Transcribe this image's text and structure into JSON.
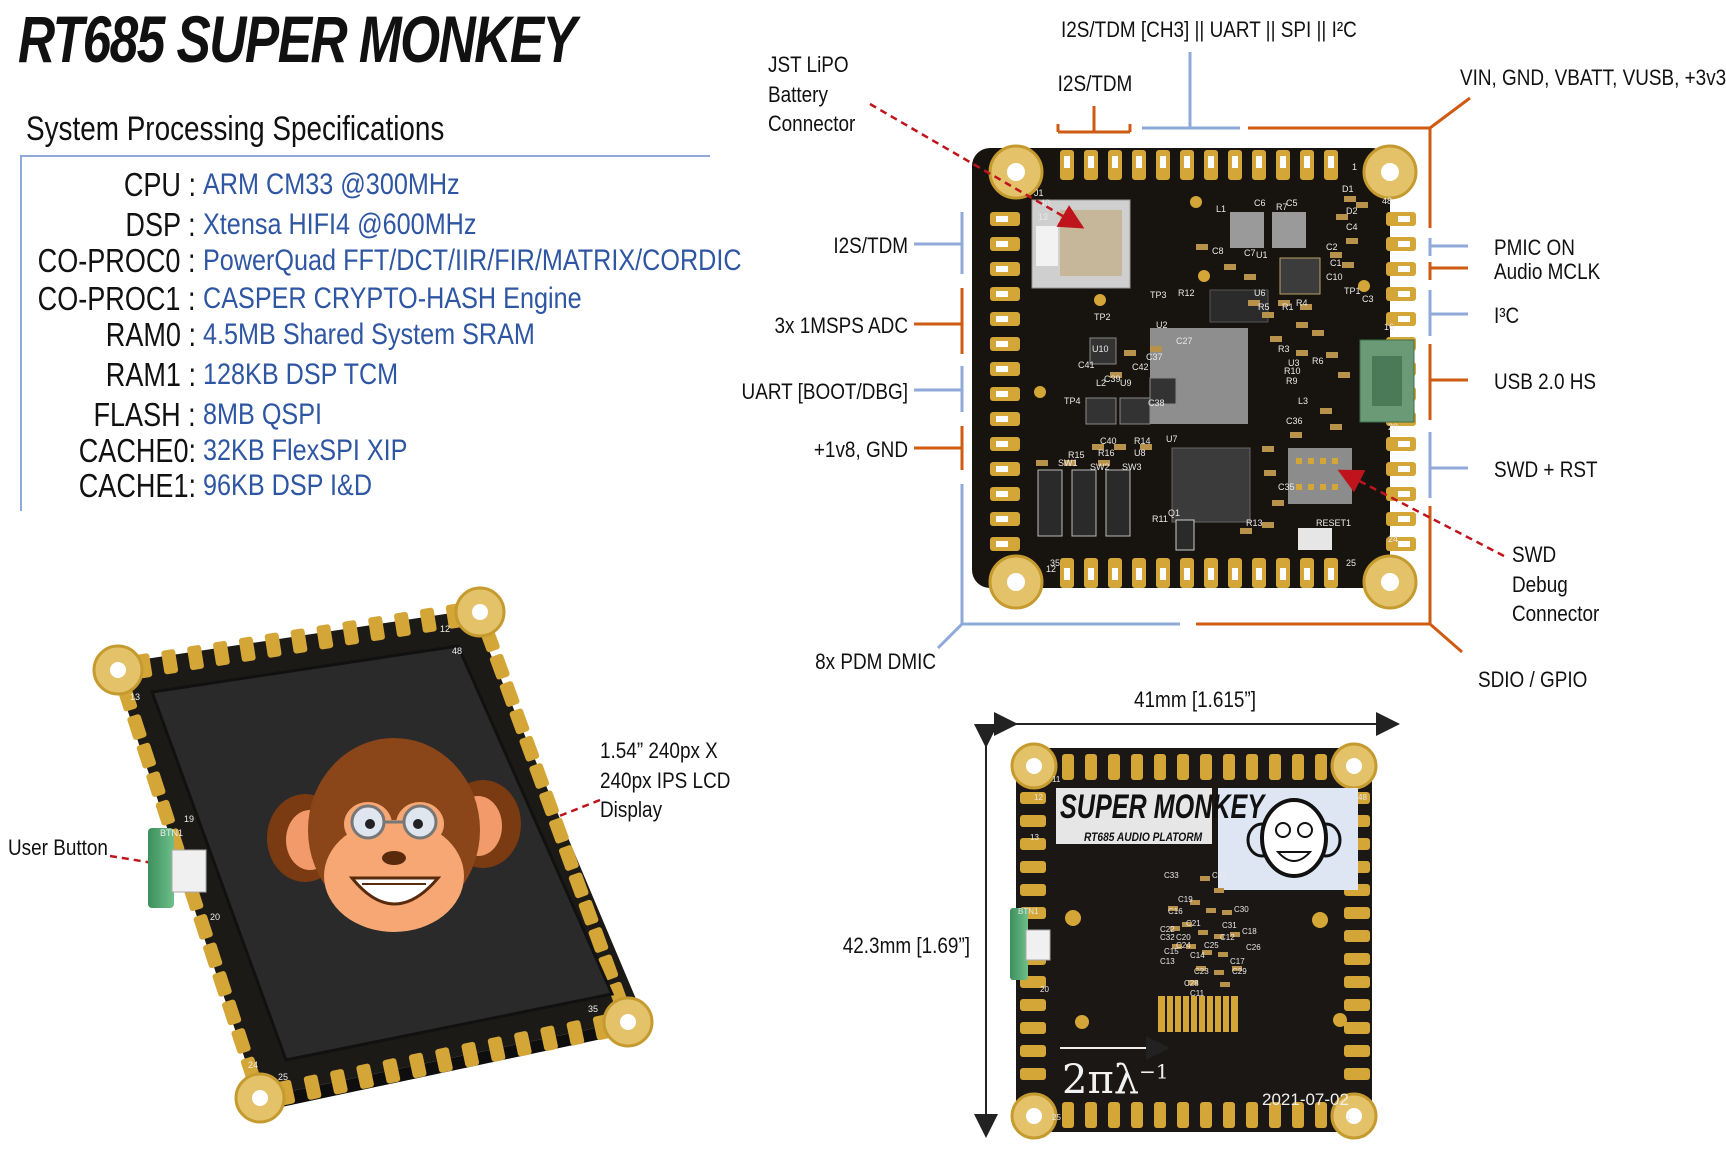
{
  "title": "RT685 SUPER MONKEY",
  "specs": {
    "heading": "System Processing Specifications",
    "rows": [
      {
        "key": "CPU :",
        "value": "ARM CM33 @300MHz"
      },
      {
        "key": "DSP :",
        "value": "Xtensa HIFI4 @600MHz"
      },
      {
        "key": "CO-PROC0 :",
        "value": "PowerQuad FFT/DCT/IIR/FIR/MATRIX/CORDIC"
      },
      {
        "key": "CO-PROC1 :",
        "value": "CASPER CRYPTO-HASH Engine"
      },
      {
        "key": "RAM0 :",
        "value": "4.5MB Shared System SRAM"
      },
      {
        "key": "RAM1 :",
        "value": "128KB DSP TCM"
      },
      {
        "key": "FLASH :",
        "value": "8MB QSPI"
      },
      {
        "key": "CACHE0:",
        "value": "32KB FlexSPI XIP"
      },
      {
        "key": "CACHE1:",
        "value": "96KB DSP I&D"
      }
    ]
  },
  "top_board": {
    "labels": {
      "battery": "JST LiPO Battery Connector",
      "i2s_ch3": "I2S/TDM [CH3] || UART || SPI || I²C",
      "i2s_top": "I2S/TDM",
      "power": "VIN, GND, VBATT, VUSB, +3v3",
      "i2s_left": "I2S/TDM",
      "adc": "3x 1MSPS ADC",
      "uart": "UART [BOOT/DBG]",
      "v1v8": "+1v8, GND",
      "pdm": "8x PDM DMIC",
      "pmic": "PMIC ON",
      "mclk": "Audio MCLK",
      "i3c": "I³C",
      "usb": "USB 2.0 HS",
      "swd": "SWD + RST",
      "swd_debug": "SWD Debug Connector",
      "sdio": "SDIO / GPIO"
    },
    "silk": [
      "J1",
      "TP3",
      "R12",
      "TP2",
      "U2",
      "U10",
      "C41",
      "C42",
      "TP4",
      "U7",
      "SW1",
      "SW2",
      "SW3",
      "Q1",
      "R11",
      "RESET1",
      "U1",
      "U6",
      "TP1",
      "C36",
      "C35",
      "R13",
      "U3",
      "L3",
      "C8",
      "C7",
      "C5",
      "C6",
      "R7",
      "D1",
      "D2",
      "C4",
      "C2",
      "C1",
      "C10",
      "C3",
      "R5",
      "R1",
      "R4",
      "R3",
      "R10",
      "R9",
      "R6",
      "C27",
      "C37",
      "C39",
      "C38",
      "C40",
      "R14",
      "R15",
      "R16",
      "U8",
      "U9",
      "L2",
      "L1"
    ],
    "pins": [
      "13",
      "12",
      "16",
      "20",
      "24",
      "35",
      "25",
      "48",
      "1",
      "40"
    ],
    "colors": {
      "pcb": "#17140f",
      "pad": "#d4a537",
      "orange": "#cf5a12",
      "blue": "#8fa9d8",
      "arrow": "#c0141c"
    }
  },
  "lcd_board": {
    "display_label": "1.54” 240px X 240px IPS LCD Display",
    "button_label": "User Button",
    "silk": [
      "BTN1",
      "13",
      "12",
      "19",
      "20",
      "24",
      "25",
      "35",
      "48"
    ]
  },
  "bottom_board": {
    "width_label": "41mm [1.615”]",
    "height_label": "42.3mm [1.69”]",
    "brand": "SUPER MONKEY",
    "subtitle": "RT685 AUDIO PLATORM",
    "formula": "2πλ",
    "formula_exp": "−1",
    "date": "2021-07-02",
    "silk": [
      "BTN1",
      "11",
      "12",
      "13",
      "48",
      "20",
      "25",
      "1",
      "C33",
      "C34",
      "C19",
      "C16",
      "C30",
      "C21",
      "C31",
      "C22",
      "C32",
      "C20",
      "C24",
      "C25",
      "C18",
      "C15",
      "C14",
      "C26",
      "C13",
      "C17",
      "C23",
      "C29",
      "C28",
      "C11",
      "C12"
    ]
  }
}
